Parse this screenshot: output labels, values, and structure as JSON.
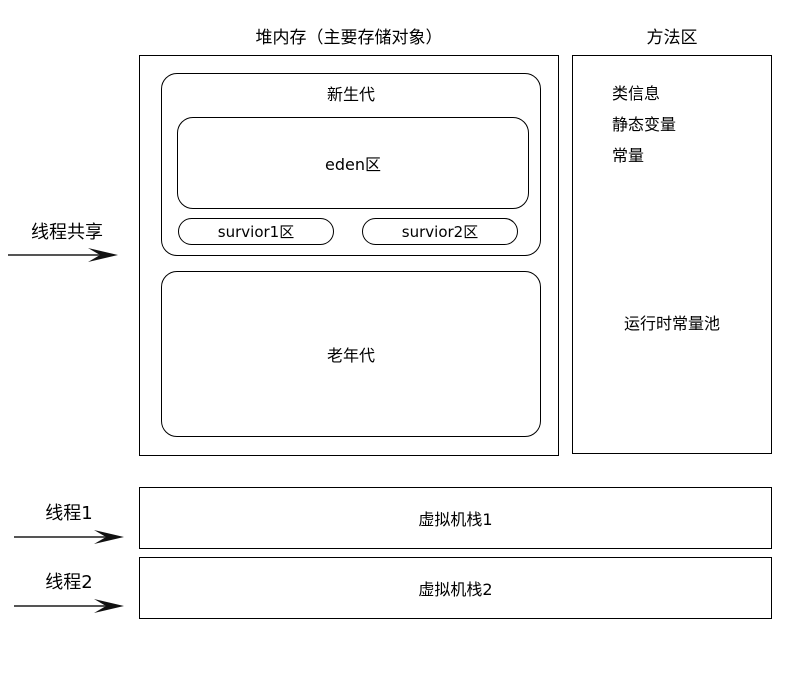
{
  "diagram": {
    "titles": {
      "heap": "堆内存（主要存储对象）",
      "method_area": "方法区"
    },
    "heap": {
      "young_generation": {
        "label": "新生代",
        "eden": "eden区",
        "survivors": [
          {
            "label": "survior1区"
          },
          {
            "label": "survior2区"
          }
        ]
      },
      "old_generation": {
        "label": "老年代"
      }
    },
    "method_area": {
      "items": [
        {
          "label": "类信息"
        },
        {
          "label": "静态变量"
        },
        {
          "label": "常量"
        }
      ],
      "runtime_constant_pool": "运行时常量池"
    },
    "stacks": [
      {
        "label": "虚拟机栈1"
      },
      {
        "label": "虚拟机栈2"
      }
    ],
    "left_labels": {
      "thread_shared": "线程共享",
      "thread_1": "线程1",
      "thread_2": "线程2"
    },
    "colors": {
      "stroke": "#000000",
      "background": "#ffffff",
      "arrow_shaft": "#555555",
      "arrow_head": "#111111"
    }
  }
}
